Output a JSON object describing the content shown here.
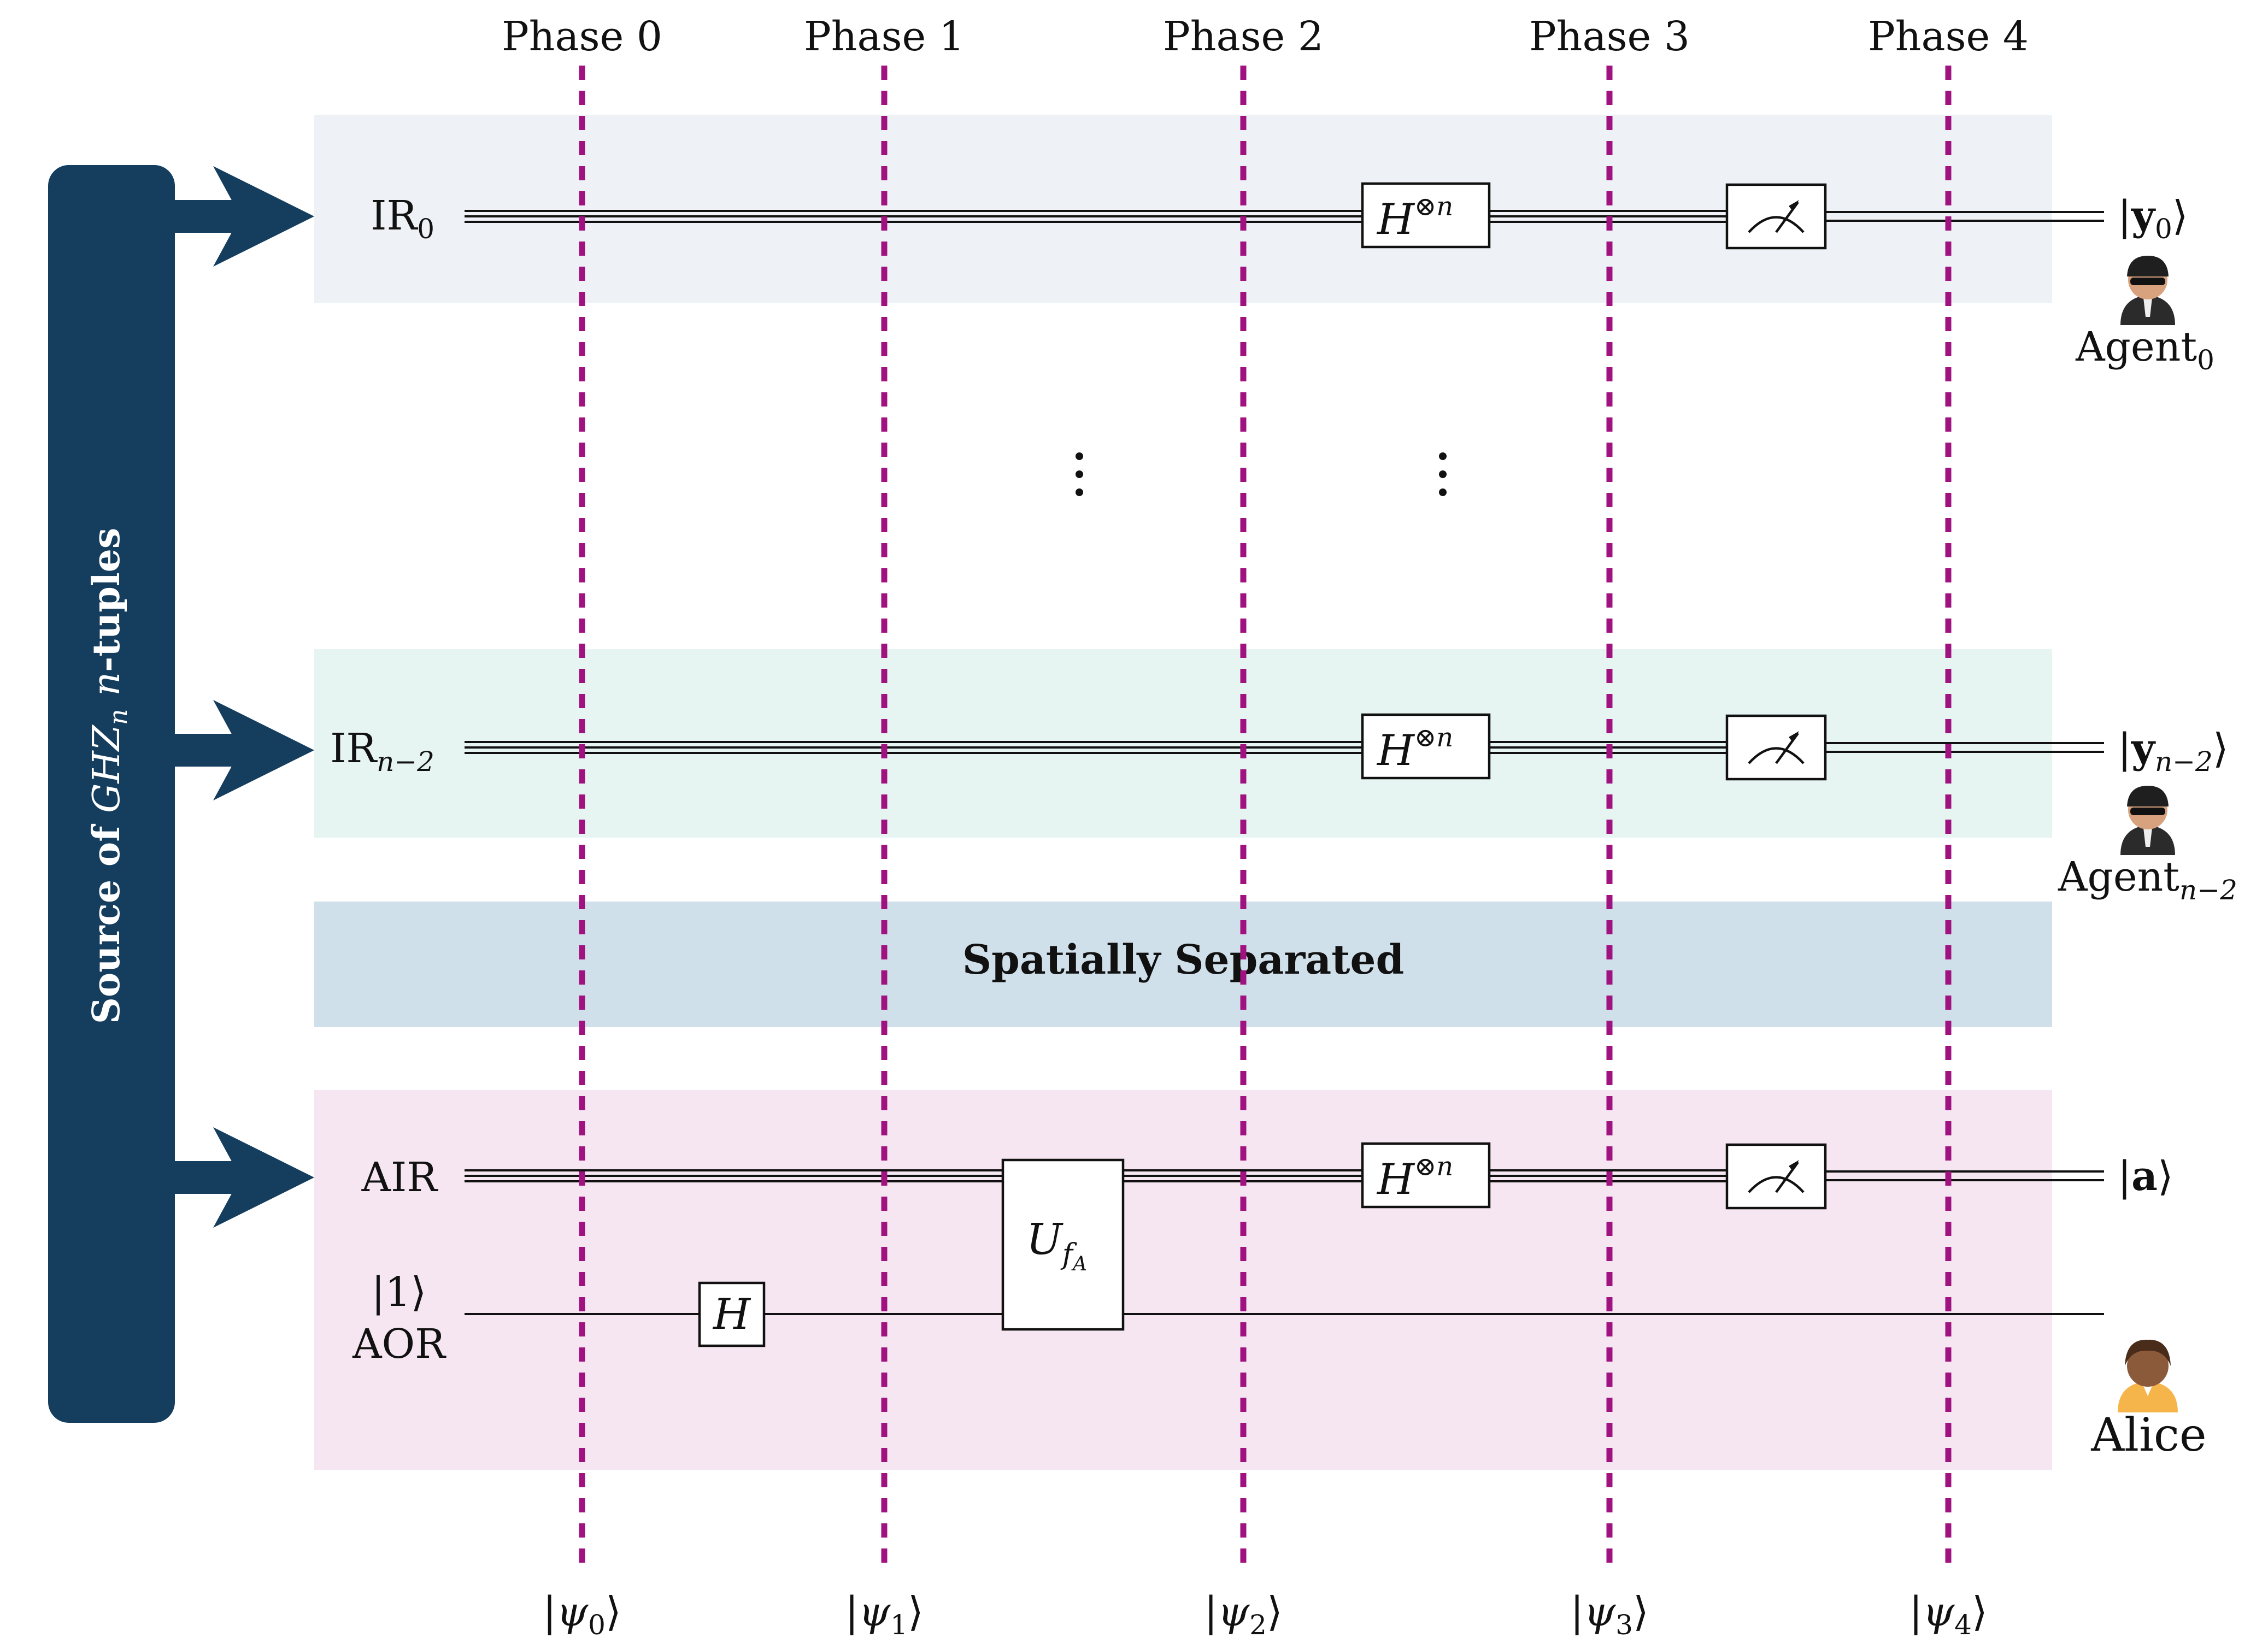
{
  "source": {
    "label_prefix": "Source of ",
    "label_math": "GHZ",
    "label_math_sub": "n",
    "label_mid": " ",
    "label_n": "n",
    "label_suffix": "-tuples",
    "color": "#143d5e"
  },
  "phases": [
    {
      "label": "Phase 0",
      "state": "ψ",
      "state_sub": "0"
    },
    {
      "label": "Phase 1",
      "state": "ψ",
      "state_sub": "1"
    },
    {
      "label": "Phase 2",
      "state": "ψ",
      "state_sub": "2"
    },
    {
      "label": "Phase 3",
      "state": "ψ",
      "state_sub": "3"
    },
    {
      "label": "Phase 4",
      "state": "ψ",
      "state_sub": "4"
    }
  ],
  "registers": {
    "ir0": {
      "name": "IR",
      "sub": "0",
      "output": "y",
      "output_sub": "0",
      "agent": "Agent",
      "agent_sub": "0",
      "band_color": "#eef2f6"
    },
    "irn2": {
      "name": "IR",
      "sub": "n−2",
      "output": "y",
      "output_sub": "n−2",
      "agent": "Agent",
      "agent_sub": "n−2",
      "band_color": "#e6f5f2"
    },
    "air": {
      "name": "AIR",
      "output": "a",
      "band_color": "#f5e6f1"
    },
    "aor": {
      "init": "|1⟩",
      "name": "AOR"
    }
  },
  "separator": {
    "label": "Spatially Separated",
    "color": "#d0e0ea"
  },
  "gates": {
    "hadamard_n": {
      "base": "H",
      "sup": "⊗n"
    },
    "hadamard": "H",
    "oracle": {
      "base": "U",
      "sub": "f",
      "subsub": "A"
    }
  },
  "alice": {
    "label": "Alice"
  },
  "phase_color": "#a0127f",
  "icons": [
    "agent-icon",
    "alice-icon",
    "measurement-meter-icon",
    "vertical-ellipsis"
  ]
}
